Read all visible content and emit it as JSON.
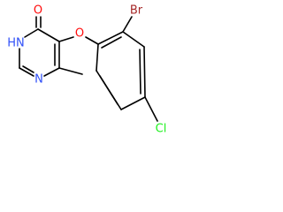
{
  "molecule": {
    "atoms": [
      {
        "symbol": "O",
        "color": "#ff0d0d"
      },
      {
        "symbol": "O",
        "color": "#ff0d0d"
      },
      {
        "symbol": "HN",
        "color": "#3050f8"
      },
      {
        "symbol": "N",
        "color": "#3050f8"
      },
      {
        "symbol": "Br",
        "color": "#a62929"
      },
      {
        "symbol": "Cl",
        "color": "#1ff01f"
      }
    ]
  }
}
